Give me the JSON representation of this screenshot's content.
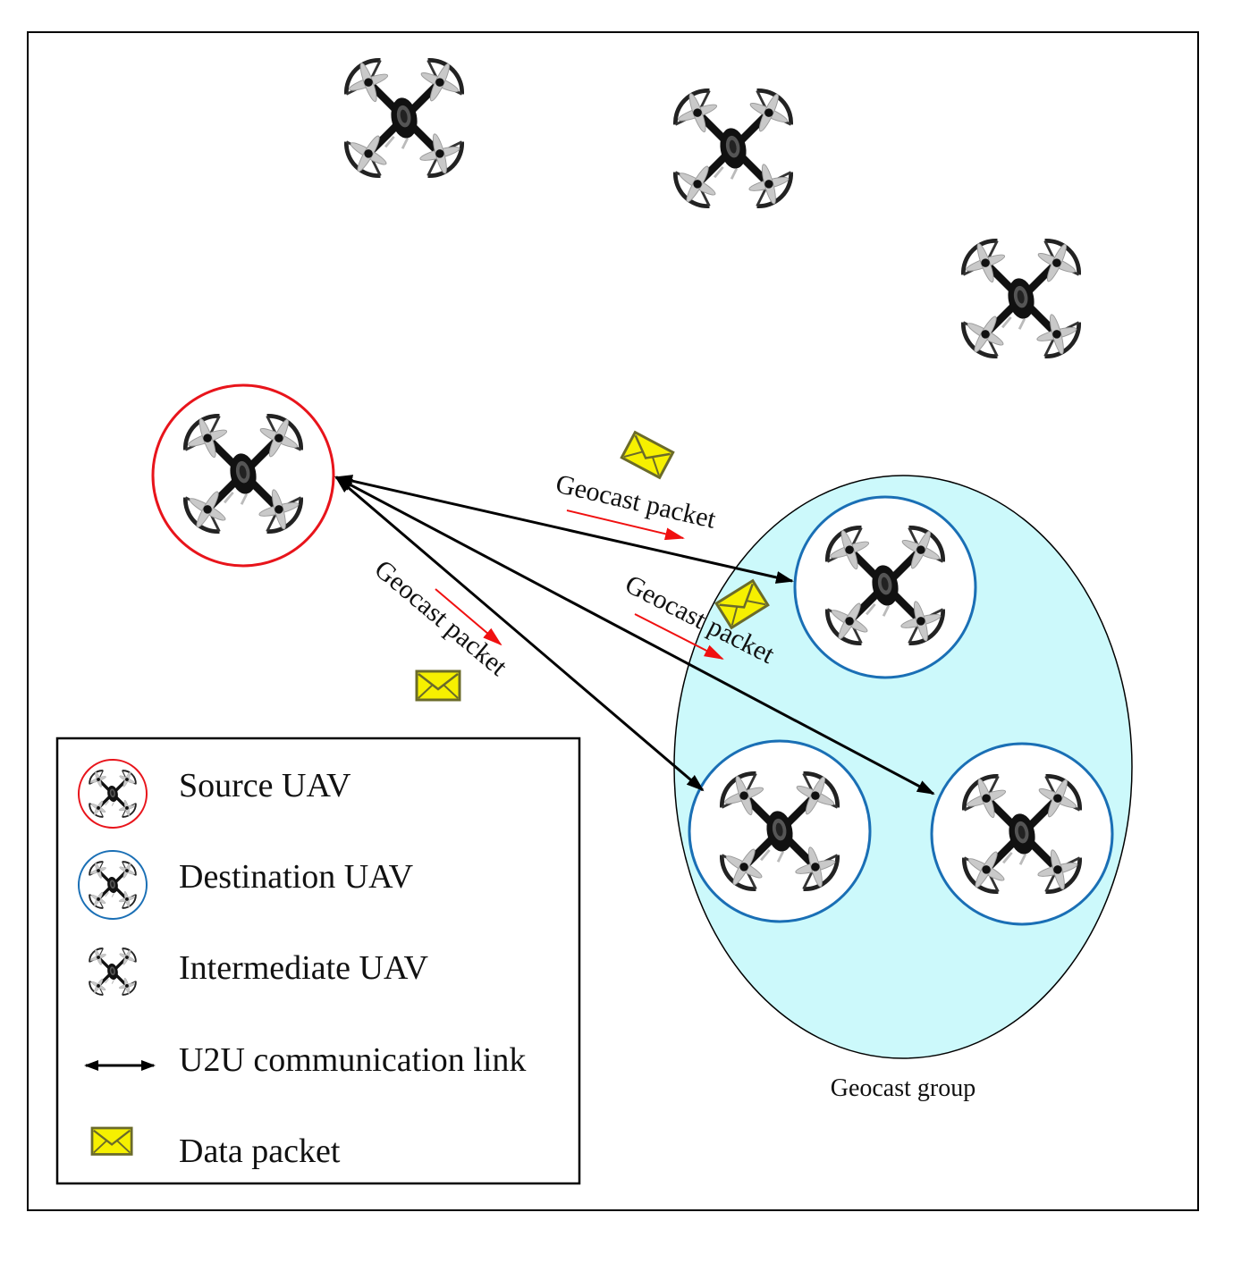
{
  "diagram": {
    "packet_labels": [
      "Geocast packet",
      "Geocast packet",
      "Geocast packet"
    ],
    "group_label": "Geocast group",
    "legend": {
      "source": "Source UAV",
      "destination": "Destination UAV",
      "intermediate": "Intermediate UAV",
      "link": "U2U communication link",
      "packet": "Data packet"
    }
  },
  "colors": {
    "source_ring": "#e8141b",
    "destination_ring": "#1a6fb5",
    "group_fill": "#ccf9fb",
    "packet_fill": "#f6f000",
    "packet_stroke": "#6b6b2a",
    "flow_arrow": "#f01010",
    "link": "#000000",
    "drone_body": "#111111",
    "drone_guard": "#222222",
    "drone_blade": "#c9c9c9"
  },
  "icons": {
    "uav": "quadcopter-icon",
    "packet": "envelope-icon",
    "link": "double-arrow-icon"
  }
}
